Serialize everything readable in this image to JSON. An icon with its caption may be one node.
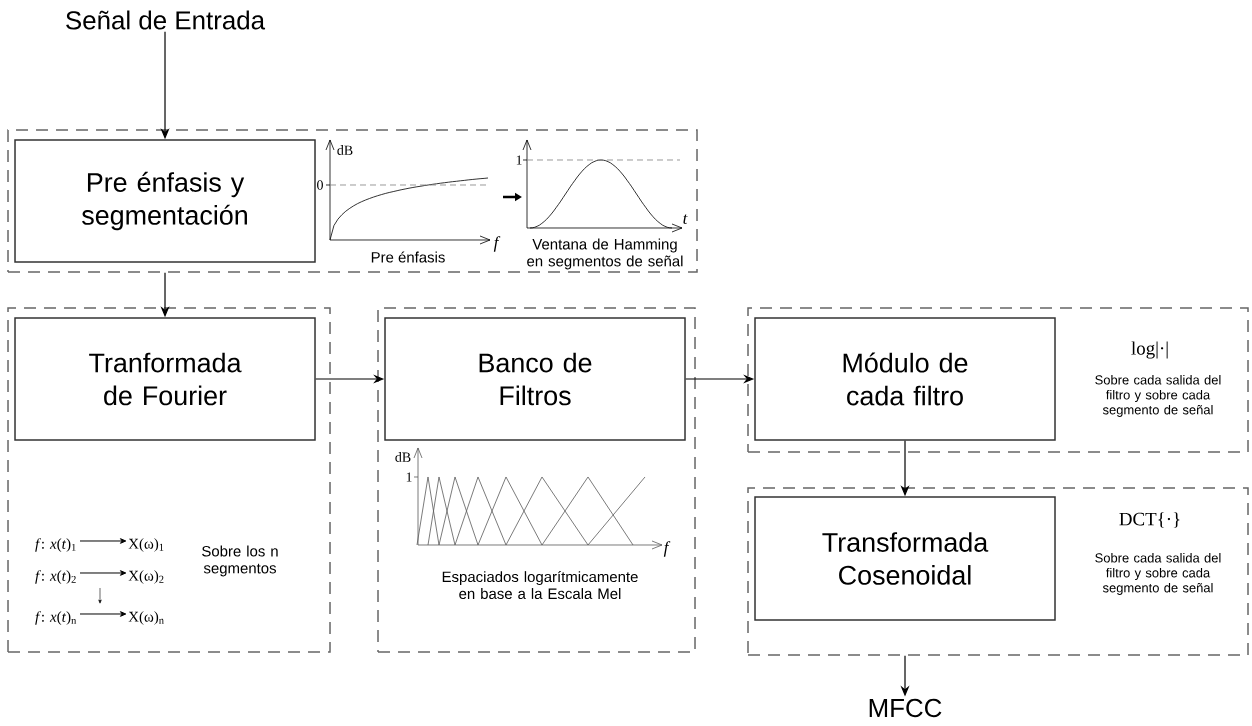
{
  "diagram": {
    "nodes": [
      {
        "text": [
          "Señal de Entrada"
        ]
      },
      {
        "text": [],
        "shape": "box"
      },
      {
        "text": [
          "Pre énfasis y segmentación"
        ],
        "in": 1
      },
      {
        "text": [],
        "shape": "box"
      },
      {
        "text": [
          "Tranformada de Fourier"
        ],
        "in": 3
      },
      {
        "text": [],
        "shape": "box"
      },
      {
        "text": [
          "Banco de Filtros"
        ],
        "in": 5
      },
      {
        "text": [],
        "shape": "box"
      },
      {
        "text": [
          "Módulo de cada filtro"
        ],
        "in": 7
      },
      {
        "text": [],
        "shape": "box"
      },
      {
        "text": [
          "Transformada Cosenoidal"
        ],
        "in": 9
      },
      {
        "text": [
          "MFCC"
        ]
      }
    ],
    "edges": [
      {
        "from": 0,
        "to": 2,
        "arrow": "to"
      },
      {
        "from": 1,
        "to": 4,
        "arrow": "to"
      },
      {
        "from": 4,
        "to": 6,
        "arrow": "to"
      },
      {
        "from": 6,
        "to": 8,
        "arrow": "to"
      },
      {
        "from": 8,
        "to": 10,
        "arrow": "to"
      },
      {
        "from": 9,
        "to": 11,
        "arrow": "to"
      }
    ],
    "labels": [
      "dB",
      "0",
      "f",
      "Pre énfasis",
      "1",
      "t",
      "Ventana de Hamming en segmentos de señal",
      "*f*: *x*(*t*)$_{1}$",
      "X(ω)$_{1}$",
      "*f*: *x*(*t*)$_{2}$",
      "X(ω)$_{2}$",
      "*f*: *x*(*t*)$_{n}$",
      "X(ω)$_{n}$",
      "Sobre los n segmentos",
      "dB",
      "1",
      "f",
      "Espaciados logarítmicamente en base a la Escala Mel",
      "log|·|",
      "Sobre cada salida del filtro y sobre cada segmento de señal",
      "DCT{·}",
      "Sobre cada salida del filtro y sobre cada segmento de señal"
    ]
  }
}
